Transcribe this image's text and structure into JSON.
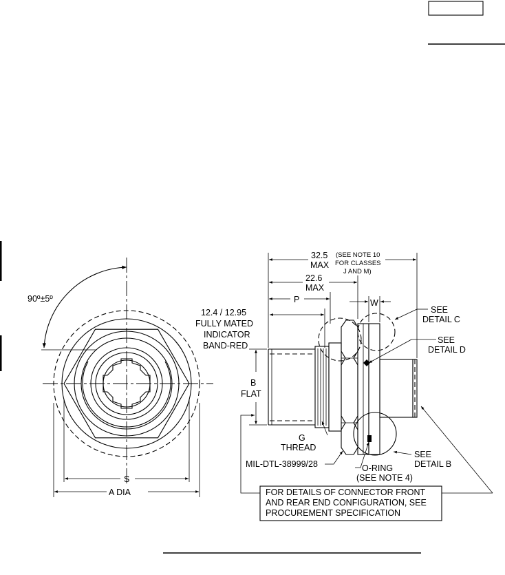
{
  "labels": {
    "angle": "90º±5º",
    "s": "S",
    "a_dia": "A DIA",
    "dim_32_5": "32.5",
    "max_1": "MAX",
    "note10_l1": "(SEE NOTE 10",
    "note10_l2": "FOR CLASSES",
    "note10_l3": "J AND M)",
    "dim_22_6": "22.6",
    "max_2": "MAX",
    "p": "P",
    "w": "W",
    "band_l1": "12.4 / 12.95",
    "band_l2": "FULLY MATED",
    "band_l3": "INDICATOR",
    "band_l4": "BAND-RED",
    "b": "B",
    "flat": "FLAT",
    "g": "G",
    "thread": "THREAD",
    "mil": "MIL-DTL-38999/28",
    "oring_l1": "O-RING",
    "oring_l2": "(SEE NOTE 4)",
    "detail_c_l1": "SEE",
    "detail_c_l2": "DETAIL C",
    "detail_d_l1": "SEE",
    "detail_d_l2": "DETAIL D",
    "detail_b_l1": "SEE",
    "detail_b_l2": "DETAIL B"
  },
  "note_box": {
    "line1": "FOR DETAILS OF CONNECTOR FRONT",
    "line2": "AND REAR END CONFIGURATION, SEE",
    "line3": "PROCUREMENT SPECIFICATION"
  }
}
